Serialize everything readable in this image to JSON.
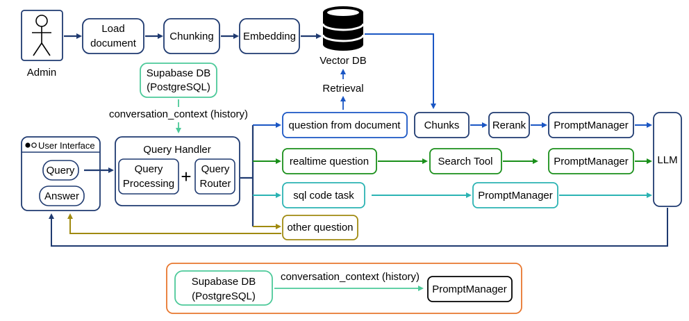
{
  "colors": {
    "navy": "#1f3a70",
    "blue": "#1a56c4",
    "green": "#1a8f1a",
    "teal": "#2bb3b3",
    "mint": "#4cc999",
    "olive": "#a08a10",
    "orange": "#e8772e",
    "black": "#000000"
  },
  "ingest": {
    "admin": "Admin",
    "load_document_line1": "Load",
    "load_document_line2": "document",
    "chunking": "Chunking",
    "embedding": "Embedding",
    "vector_db": "Vector DB"
  },
  "retrieval_label": "Retrieval",
  "supabase_top": {
    "line1": "Supabase DB",
    "line2": "(PostgreSQL)"
  },
  "conversation_context_top": "conversation_context (history)",
  "user_interface": {
    "title": "User Interface",
    "query": "Query",
    "answer": "Answer"
  },
  "query_handler": {
    "title": "Query Handler",
    "processing_line1": "Query",
    "processing_line2": "Processing",
    "plus": "+",
    "router_line1": "Query",
    "router_line2": "Router"
  },
  "routes": {
    "question_from_document": "question from document",
    "realtime_question": "realtime question",
    "sql_code_task": "sql code task",
    "other_question": "other question"
  },
  "doc_pipeline": {
    "chunks": "Chunks",
    "rerank": "Rerank",
    "prompt_manager": "PromptManager"
  },
  "realtime_pipeline": {
    "search_tool": "Search Tool",
    "prompt_manager": "PromptManager"
  },
  "sql_pipeline": {
    "prompt_manager": "PromptManager"
  },
  "llm": "LLM",
  "legend": {
    "supabase_line1": "Supabase DB",
    "supabase_line2": "(PostgreSQL)",
    "conversation_context": "conversation_context (history)",
    "prompt_manager": "PromptManager"
  }
}
